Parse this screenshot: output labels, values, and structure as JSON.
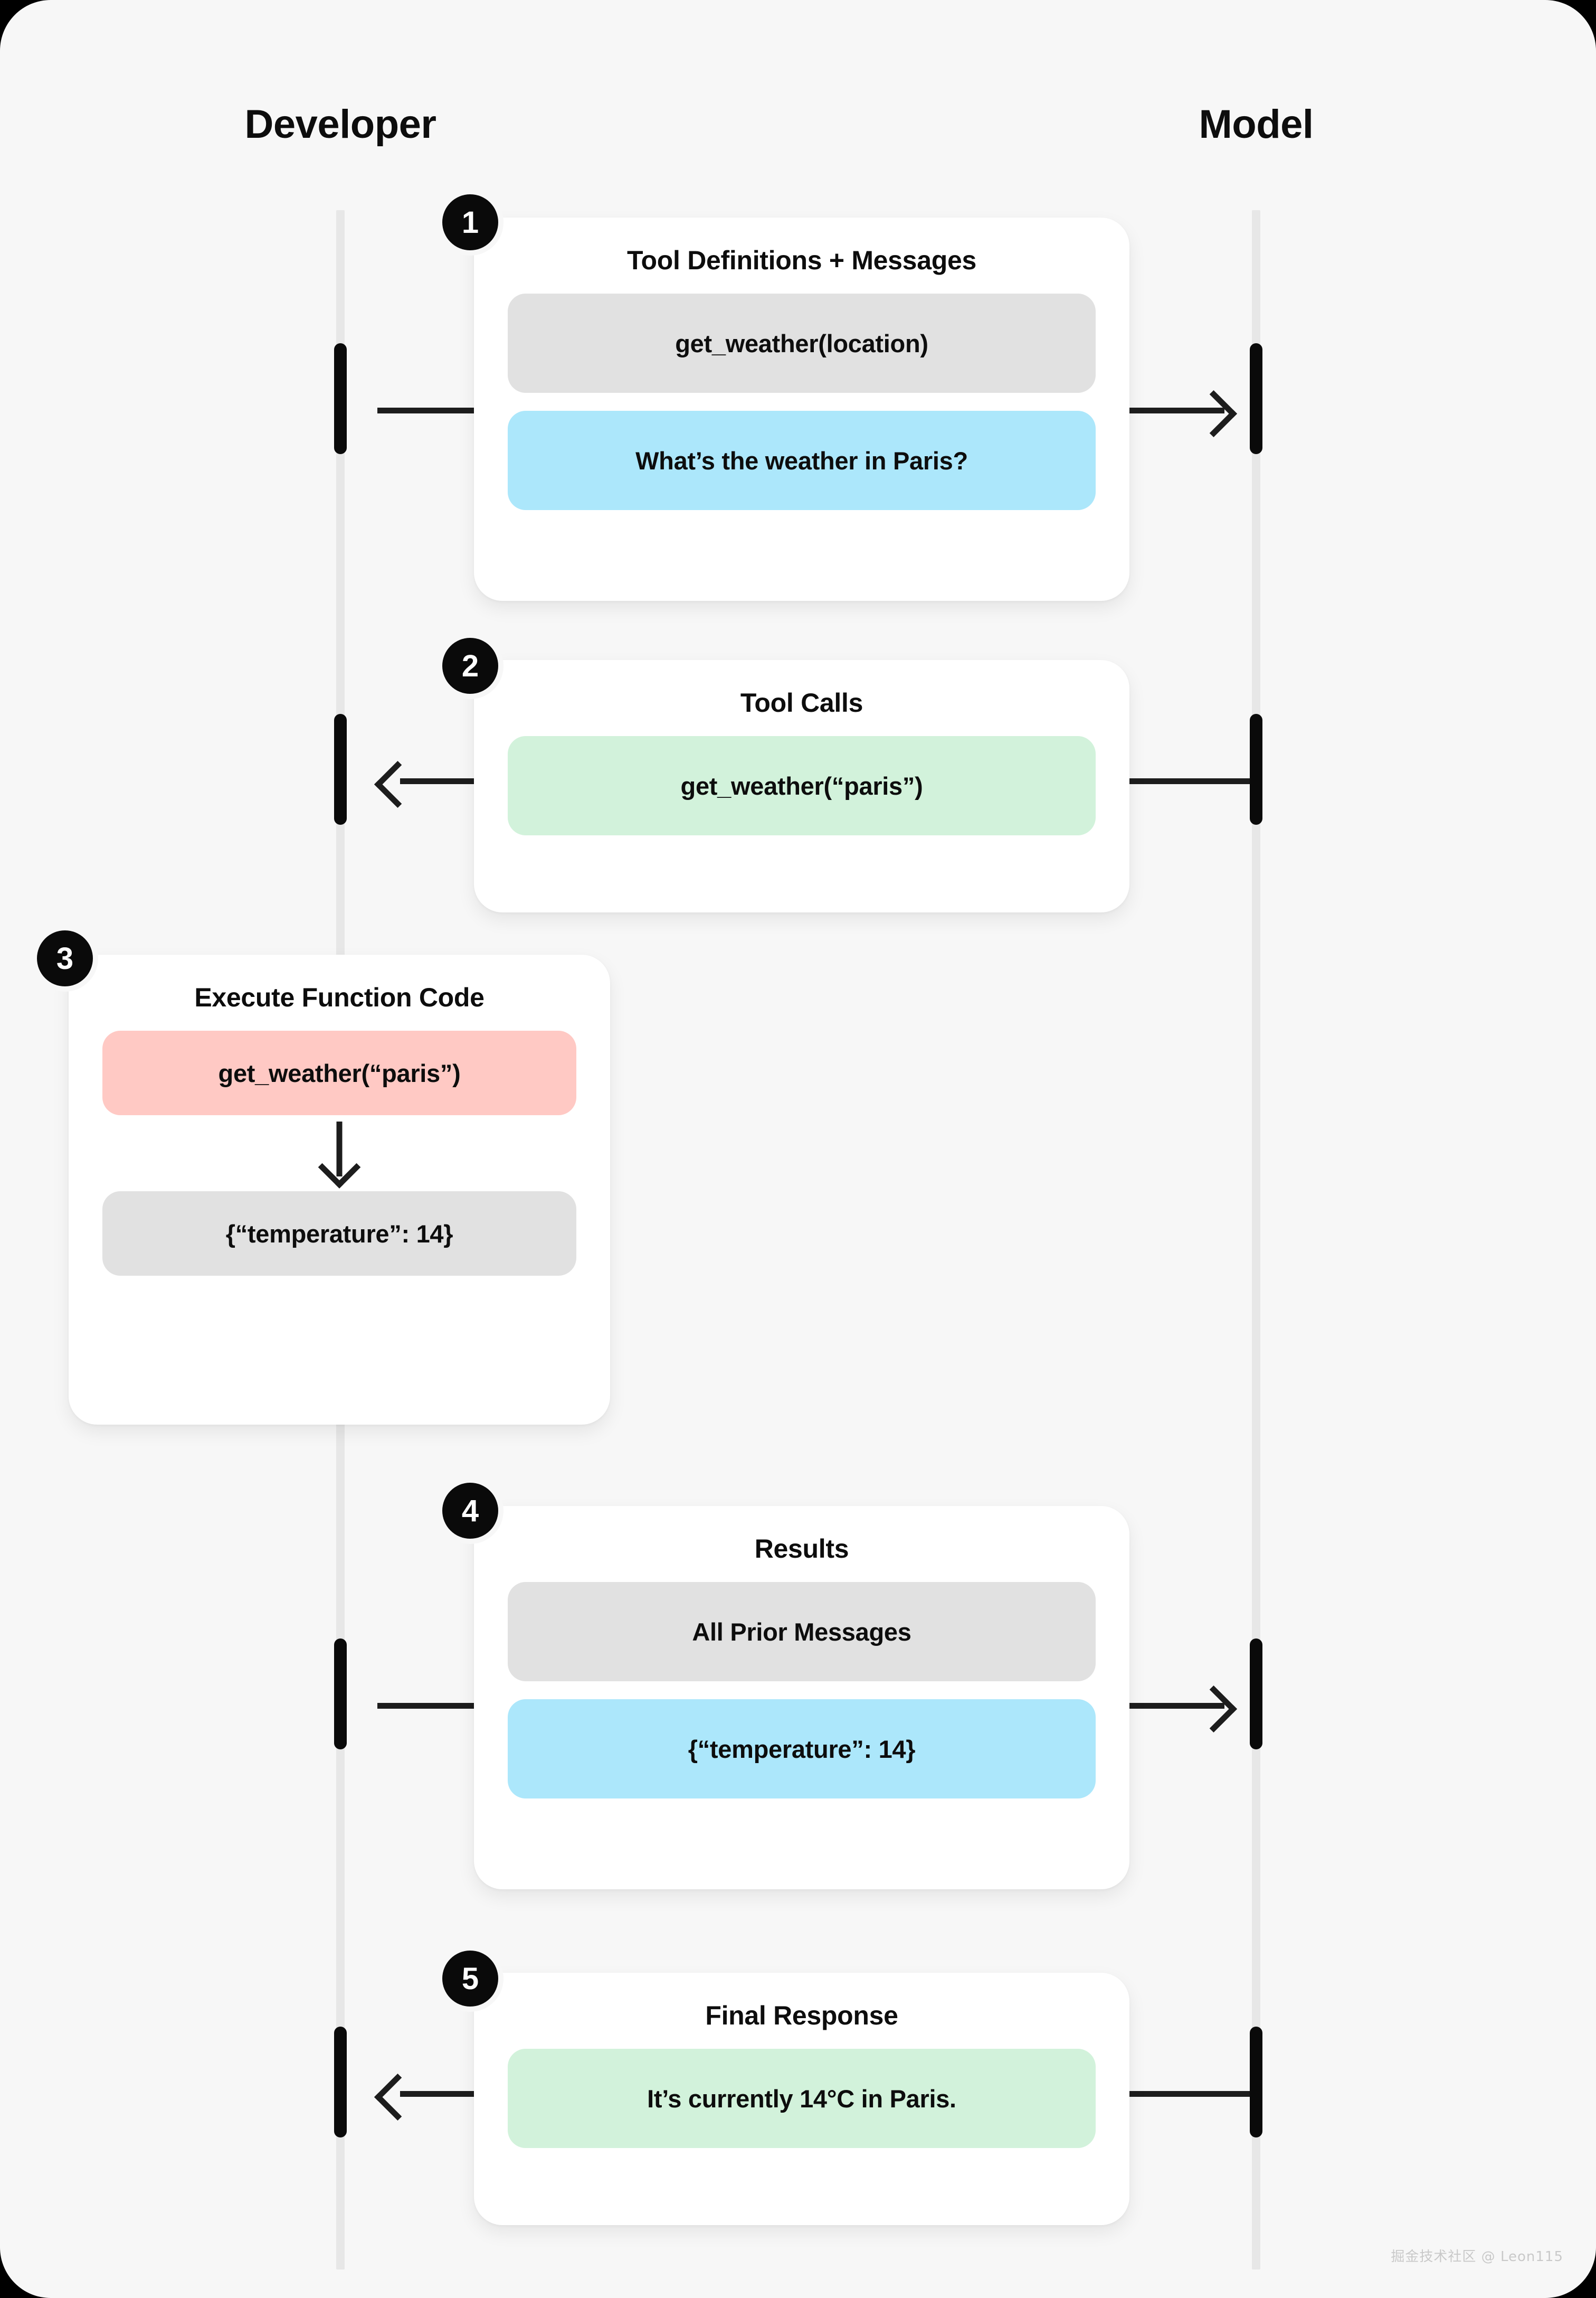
{
  "lanes": {
    "developer": "Developer",
    "model": "Model"
  },
  "steps": [
    {
      "number": "1",
      "title": "Tool Definitions + Messages",
      "pills": [
        {
          "text": "get_weather(location)",
          "color": "#E1E1E1",
          "style": "gray"
        },
        {
          "text": "What’s the weather in Paris?",
          "color": "#ACE7FB",
          "style": "blue"
        }
      ],
      "direction": "developer-to-model",
      "arrow": "right"
    },
    {
      "number": "2",
      "title": "Tool Calls",
      "pills": [
        {
          "text": "get_weather(“paris”)",
          "color": "#D2F2DB",
          "style": "green"
        }
      ],
      "direction": "model-to-developer",
      "arrow": "left"
    },
    {
      "number": "3",
      "title": "Execute Function Code",
      "pills": [
        {
          "text": "get_weather(“paris”)",
          "color": "#FFC9C4",
          "style": "pink"
        },
        {
          "text": "{“temperature”: 14}",
          "color": "#E1E1E1",
          "style": "gray"
        }
      ],
      "direction": "developer-local",
      "arrow": "down"
    },
    {
      "number": "4",
      "title": "Results",
      "pills": [
        {
          "text": "All Prior Messages",
          "color": "#E1E1E1",
          "style": "gray"
        },
        {
          "text": "{“temperature”: 14}",
          "color": "#ACE7FB",
          "style": "blue"
        }
      ],
      "direction": "developer-to-model",
      "arrow": "right"
    },
    {
      "number": "5",
      "title": "Final Response",
      "pills": [
        {
          "text": "It’s currently 14°C in Paris.",
          "color": "#D2F2DB",
          "style": "green"
        }
      ],
      "direction": "model-to-developer",
      "arrow": "left"
    }
  ],
  "watermark": "掘金技术社区 @ Leon115",
  "colors": {
    "background": "#F7F7F7",
    "lifeline": "#E7E7E7",
    "activation": "#0A0A0A",
    "card": "#FFFFFF",
    "pill_gray": "#E1E1E1",
    "pill_blue": "#ACE7FB",
    "pill_green": "#D2F2DB",
    "pill_pink": "#FFC9C4",
    "text": "#0D0D0D"
  }
}
